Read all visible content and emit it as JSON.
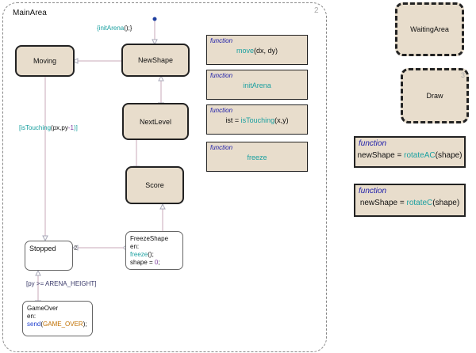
{
  "main_area": {
    "title": "MainArea",
    "number": "2"
  },
  "default_transition": {
    "action_open": "{",
    "action_call": "initArena",
    "action_close": "();}"
  },
  "states": {
    "moving": "Moving",
    "new_shape": "NewShape",
    "next_level": "NextLevel",
    "score": "Score",
    "stopped": "Stopped",
    "freeze_shape": {
      "name": "FreezeShape",
      "en": "en:",
      "line1_call": "freeze",
      "line1_rest": "();",
      "line2_var": "shape = ",
      "line2_val": "0",
      "line2_end": ";"
    },
    "game_over": {
      "name": "GameOver",
      "en": "en:",
      "line1_call": "send",
      "line1_paren_open": "(",
      "line1_arg": "GAME_OVER",
      "line1_paren_close": ");"
    }
  },
  "transitions": {
    "touching_guard": {
      "open": "[",
      "call": "isTouching",
      "args_open": "(px,py",
      "args_num": "-1",
      "close": ")]"
    },
    "freeze_to_stopped_priority": "2",
    "arena_height_guard": {
      "open": "[py >= ",
      "const": "ARENA_HEIGHT",
      "close": "]"
    }
  },
  "functions": [
    {
      "keyword": "function",
      "name": "move",
      "rest": "(dx, dy)"
    },
    {
      "keyword": "function",
      "name": "initArena",
      "rest": ""
    },
    {
      "keyword": "function",
      "prefix": "ist = ",
      "name": "isTouching",
      "rest": "(x,y)"
    },
    {
      "keyword": "function",
      "name": "freeze",
      "rest": ""
    }
  ],
  "right_functions": [
    {
      "keyword": "function",
      "prefix": "newShape = ",
      "name": "rotateAC",
      "rest": "(shape)"
    },
    {
      "keyword": "function",
      "prefix": "newShape = ",
      "name": "rotateC",
      "rest": "(shape)"
    }
  ],
  "waiting_area": {
    "title": "WaitingArea"
  },
  "draw": {
    "title": "Draw",
    "number": "3"
  },
  "colors": {
    "state_fill": "#e8ddcc",
    "border": "#222222",
    "teal": "#1aa0a0",
    "function_keyword": "#1a1aa8",
    "transition_line": "#c8a8b8"
  }
}
